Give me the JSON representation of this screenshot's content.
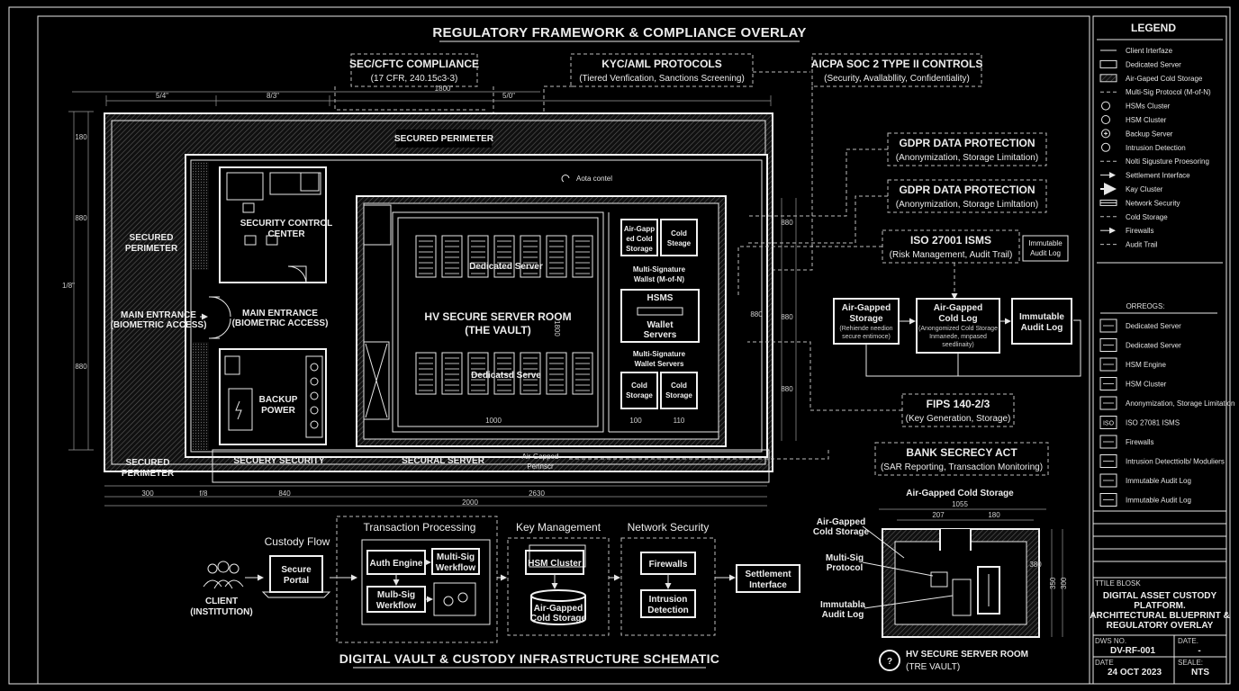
{
  "title": "REGULATORY FRAMEWORK & COMPLIANCE OVERLAY",
  "footer_title": "DIGITAL VAULT & CUSTODY INFRASTRUCTURE SCHEMATIC",
  "compliance": {
    "sec": {
      "title": "SEC/CFTC COMPLIANCE",
      "sub": "(17 CFR, 240.15c3-3)"
    },
    "kyc": {
      "title": "KYC/AML PROTOCOLS",
      "sub": "(Tiered Venfication, Sanctions Screening)"
    },
    "aicpa": {
      "title": "AICPA SOC 2 TYPE II CONTROLS",
      "sub": "(Security, Avallabllity, Confidentiality)"
    },
    "gdpr1": {
      "title": "GDPR DATA PROTECTION",
      "sub": "(Anonymization, Storage Limitation)"
    },
    "gdpr2": {
      "title": "GDPR DATA PROTECTION",
      "sub": "(Anonymization, Storage Limltation)"
    },
    "iso": {
      "title": "ISO 27001 ISMS",
      "sub": "(Risk Management, Audit Trail)"
    },
    "immutable_small": {
      "line1": "Immutable",
      "line2": "Audit Log"
    },
    "fips": {
      "title": "FIPS 140-2/3",
      "sub": "(Key Generation, Storage)"
    },
    "bsa": {
      "title": "BANK SECRECY ACT",
      "sub": "(SAR Reporting, Transaction Monitoring)"
    }
  },
  "floorplan": {
    "secured_perimeter_top": "SECURED PERIMETER",
    "secured_perimeter_left": [
      "SECURED",
      "PERIMETER"
    ],
    "secured_perimeter_bottom": [
      "SECURED",
      "PERIMETER"
    ],
    "security_control": [
      "SECURITY CONTROL",
      "CENTER"
    ],
    "main_entrance_outer": [
      "MAIN ENTRANCE",
      "(BIOMETRIC ACCESS)"
    ],
    "main_entrance_inner": [
      "MAIN ENTRANCE",
      "(BIOMETRIC ACCESS)"
    ],
    "backup_power": [
      "BACKUP",
      "POWER"
    ],
    "secuery_security": "SECUERY SECURITY",
    "secural_server": "SECURAL SERVER",
    "air_gapped_perimeter": [
      "Air-Gapped",
      "Perinscr"
    ],
    "aota_control": "Aota contel",
    "dedicated_server_top": "Dedicated Server",
    "dedicated_server_bottom": "Dedicatsd Serve",
    "vault_title": [
      "HV SECURE SERVER ROOM",
      "(THE VAULT)"
    ],
    "air_gapped_cold": [
      "Air-Gapp",
      "ed Cold",
      "Storage"
    ],
    "cold_storage_top": [
      "Cold",
      "Steage"
    ],
    "multisig_top": [
      "Multi-Signature",
      "Wallst (M-of-N)"
    ],
    "hsms": "HSMS",
    "wallet_servers": [
      "Wallet",
      "Servers"
    ],
    "multisig_bottom": [
      "Multi-Signature",
      "Wallet Servers"
    ],
    "cold_storage_a": [
      "Cold",
      "Storage"
    ],
    "cold_storage_b": [
      "Cold",
      "Storage"
    ],
    "dims_top": [
      "5/4\"",
      "8/3\"",
      "5/0\"",
      "1800\""
    ],
    "dims_bottom": [
      "300",
      "f/8",
      "840",
      "2630",
      "2000"
    ],
    "dims_left": [
      "180",
      "880",
      "1/8\"",
      "880"
    ],
    "dims_inner": [
      "1000",
      "1800",
      "100",
      "110",
      "880",
      "880",
      "880",
      "880"
    ]
  },
  "right_flow": {
    "air_gapped": {
      "title": [
        "Air-Gapped",
        "Storage"
      ],
      "sub": [
        "(Rehiende needion",
        "secure entimoce)"
      ]
    },
    "cold_log": {
      "title": [
        "Air-Gapped",
        "Cold Log"
      ],
      "sub": [
        "(Anongomized Cold Storage",
        "Inmanede, mnpased",
        "seedlinaity)"
      ]
    },
    "immutable": {
      "title": [
        "Immutable",
        "Audit Log"
      ]
    }
  },
  "legend": {
    "title": "LEGEND",
    "items": [
      {
        "icon": "line",
        "label": "Client Irterfaze"
      },
      {
        "icon": "box",
        "label": "Dedicated Server"
      },
      {
        "icon": "hatch",
        "label": "Air-Gaped Cold Storage"
      },
      {
        "icon": "dash",
        "label": "Multi-Sig Protocol (M-of-N)"
      },
      {
        "icon": "circle-b",
        "label": "HSMs Cluster"
      },
      {
        "icon": "circle",
        "label": "HSM Cluster"
      },
      {
        "icon": "circle-plus",
        "label": "Backup Server"
      },
      {
        "icon": "circle-e",
        "label": "Intrusion Detection"
      },
      {
        "icon": "dash",
        "label": "Nolti Sigusture Proesoring"
      },
      {
        "icon": "arrow",
        "label": "Settlement Interface"
      },
      {
        "icon": "arrow-bold",
        "label": "Kay Cluster"
      },
      {
        "icon": "box-line",
        "label": "Network Security"
      },
      {
        "icon": "dash",
        "label": "Cold Storage"
      },
      {
        "icon": "arrow",
        "label": "Firewalls"
      },
      {
        "icon": "dash",
        "label": "Audit Trail"
      }
    ],
    "symbols_title": "ORREOGS:",
    "symbols": [
      {
        "label": "Dedicated Server"
      },
      {
        "label": "Dedicated Server"
      },
      {
        "label": "HSM Engine"
      },
      {
        "label": "HSM Cluster"
      },
      {
        "label": "Anonymization, Storage Limitation"
      },
      {
        "label": "ISO 27081 ISMS",
        "icon_text": "ISO"
      },
      {
        "label": "Firewalls"
      },
      {
        "label": "Intrusion Detecttiolb/ Moduliers"
      },
      {
        "label": "Immutable Audit Log"
      },
      {
        "label": "Immutable Audit Log"
      }
    ]
  },
  "title_block": {
    "header": "TTILE BLOSK",
    "project": [
      "DIGITAL ASSET CUSTODY",
      "PLATFORM.",
      "ARCHITECTURAL BLUEPRINT &",
      "REGULATORY OVERLAY"
    ],
    "dwg_label": "DWS NO.",
    "dwg_value": "DV-RF-001",
    "date_label": "DATE.",
    "date_dash": "-",
    "date2_label": "DATE",
    "date_value": "24 OCT 2023",
    "scale_label": "SEALE:",
    "scale_value": "NTS"
  },
  "flow": {
    "custody_flow": "Custody Flow",
    "client": [
      "CLIENT",
      "(INSTITUTION)"
    ],
    "secure_portal": [
      "Secure",
      "Portal"
    ],
    "transaction_processing": "Transaction Processing",
    "auth_engine": "Auth Engine",
    "multisig_a": [
      "Multi-Sig",
      "Werkflow"
    ],
    "multisig_b": [
      "Mulb-Sig",
      "Werkflow"
    ],
    "key_management": "Key Management",
    "hsm_cluster": "HSM Cluster",
    "air_gapped_cold": [
      "Air-Gapped",
      "Cold Storage"
    ],
    "network_security": "Network Security",
    "firewalls": "Firewalls",
    "intrusion": [
      "Intrusion",
      "Detection"
    ],
    "settlement": [
      "Settlement",
      "Interface"
    ]
  },
  "detail": {
    "title": "Air-Gapped Cold Storage",
    "dims": [
      "1055",
      "207",
      "180",
      "350",
      "300",
      "380"
    ],
    "air_gapped": [
      "Air-Gapped",
      "Cold Storage"
    ],
    "multisig": [
      "Multi-Sig",
      "Protocol"
    ],
    "immutable": [
      "Immutabla",
      "Audit Log"
    ],
    "caption": [
      "HV SECURE SERVER ROOM",
      "(TRE VAULT)"
    ],
    "caption_num": "?"
  }
}
